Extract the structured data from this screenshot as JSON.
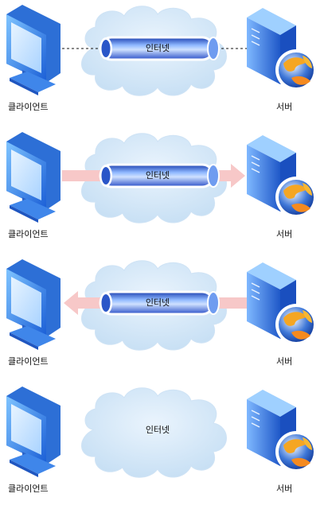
{
  "labels": {
    "client": "클라이언트",
    "server": "서버",
    "internet": "인터넷"
  },
  "panels": [
    {
      "id": 1,
      "connection": "dashed-line"
    },
    {
      "id": 2,
      "connection": "arrow-to-server"
    },
    {
      "id": 3,
      "connection": "arrow-to-client"
    },
    {
      "id": 4,
      "connection": "none"
    }
  ],
  "colors": {
    "cloud": "#d4e8f8",
    "tube": "#4a7ee0",
    "arrow": "#f7c8c8",
    "monitor": "#3a8ef0",
    "server": "#2f6fd8"
  }
}
